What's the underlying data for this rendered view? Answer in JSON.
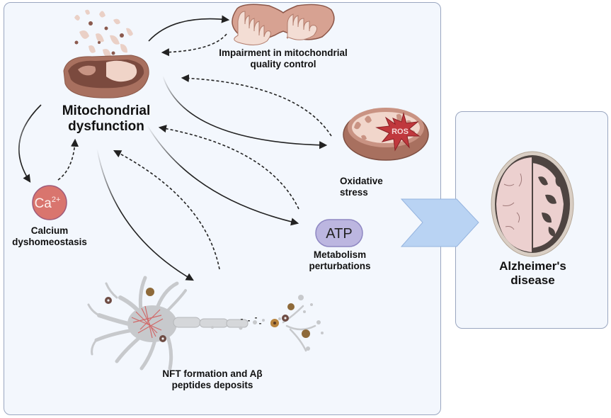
{
  "diagram": {
    "title": "Mitochondrial dysfunction in Alzheimer's disease",
    "central_node": {
      "label_line1": "Mitochondrial",
      "label_line2": "dysfunction",
      "icon": "damaged-mitochondrion-icon"
    },
    "nodes": [
      {
        "id": "quality-control",
        "label_line1": "Impairment in mitochondrial",
        "label_line2": "quality control",
        "icon": "dividing-mitochondrion-icon"
      },
      {
        "id": "oxidative-stress",
        "label_line1": "Oxidative",
        "label_line2": "stress",
        "icon": "mitochondrion-ros-icon",
        "badge": "ROS"
      },
      {
        "id": "calcium",
        "label_line1": "Calcium",
        "label_line2": "dyshomeostasis",
        "icon": "calcium-ion-icon",
        "badge_base": "Ca",
        "badge_sup": "2+"
      },
      {
        "id": "metabolism",
        "label_line1": "Metabolism",
        "label_line2": "perturbations",
        "icon": "atp-icon",
        "badge": "ATP"
      },
      {
        "id": "nft",
        "label_line1": "NFT formation and Aβ",
        "label_line2": "peptides deposits",
        "icon": "neuron-icon"
      }
    ],
    "outcome": {
      "label_line1": "Alzheimer's",
      "label_line2": "disease",
      "icon": "brain-atrophy-icon"
    },
    "edges": [
      {
        "from": "central",
        "to": "quality-control",
        "style": "solid"
      },
      {
        "from": "quality-control",
        "to": "central",
        "style": "dashed"
      },
      {
        "from": "central",
        "to": "oxidative-stress",
        "style": "solid"
      },
      {
        "from": "oxidative-stress",
        "to": "central",
        "style": "dashed"
      },
      {
        "from": "central",
        "to": "calcium",
        "style": "solid"
      },
      {
        "from": "calcium",
        "to": "central",
        "style": "dashed"
      },
      {
        "from": "central",
        "to": "metabolism",
        "style": "solid"
      },
      {
        "from": "metabolism",
        "to": "central",
        "style": "dashed"
      },
      {
        "from": "central",
        "to": "nft",
        "style": "solid"
      },
      {
        "from": "nft",
        "to": "central",
        "style": "dashed"
      },
      {
        "from": "main-panel",
        "to": "outcome",
        "style": "chevron"
      }
    ],
    "colors": {
      "panel_bg": "#f3f7fd",
      "panel_border": "#9aa6c0",
      "mito_outer": "#b07a68",
      "mito_inner": "#f1d6cb",
      "ros_star": "#c0383d",
      "calcium": "#d9756e",
      "atp": "#bcb6e0",
      "chevron": "#b9d3f3",
      "neuron": "#c7c9cc",
      "tangle": "#d06a6a",
      "plaque": "#9a6b3e"
    }
  }
}
